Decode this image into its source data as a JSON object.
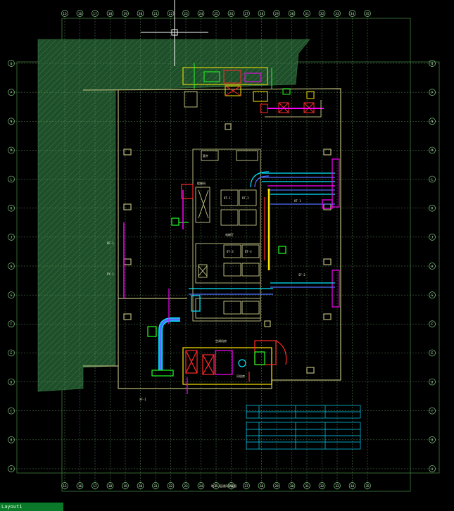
{
  "drawing": {
    "background_color": "#000000",
    "colors": {
      "grid_line": "#5a8a5a",
      "grid_label": "#d8e8d8",
      "bubble": "#7fd07f",
      "wall": "#b8b87a",
      "hatch_fill": "#1f4f2a",
      "hatch_line": "#3c7a44",
      "duct_cyan": "#00e5ff",
      "duct_blue": "#4f6fff",
      "duct_magenta": "#ff00ff",
      "equip_yellow": "#ffe600",
      "equip_red": "#ff2a2a",
      "equip_green": "#22ff22",
      "table_line": "#00d8ff",
      "crosshair": "#ffffff"
    },
    "top_axis_labels": [
      "15",
      "16",
      "17",
      "18",
      "19",
      "20",
      "21",
      "22",
      "23",
      "24",
      "25",
      "26",
      "27",
      "28",
      "29",
      "30",
      "31",
      "32",
      "33",
      "34",
      "35"
    ],
    "left_axis_labels": [
      "Q",
      "P",
      "N",
      "M",
      "L",
      "K",
      "J",
      "H",
      "G",
      "F",
      "E",
      "D",
      "C",
      "B",
      "A"
    ],
    "core_labels": {
      "stair": "楼梯间",
      "shaft": "管井",
      "elevator_a": "DT-1",
      "elevator_b": "DT-2",
      "elevator_c": "DT-3",
      "elevator_d": "DT-4",
      "lobby": "电梯厅",
      "mech_room": "空调机房",
      "fan_room": "风机房"
    },
    "tags": {
      "t1": "BF-1",
      "t2": "PY-1",
      "t3": "SF-2",
      "t4": "KT-1",
      "t5": "XF-1"
    },
    "bottom_title": "地下一层通风平面图",
    "tab_label": "Layout1"
  }
}
